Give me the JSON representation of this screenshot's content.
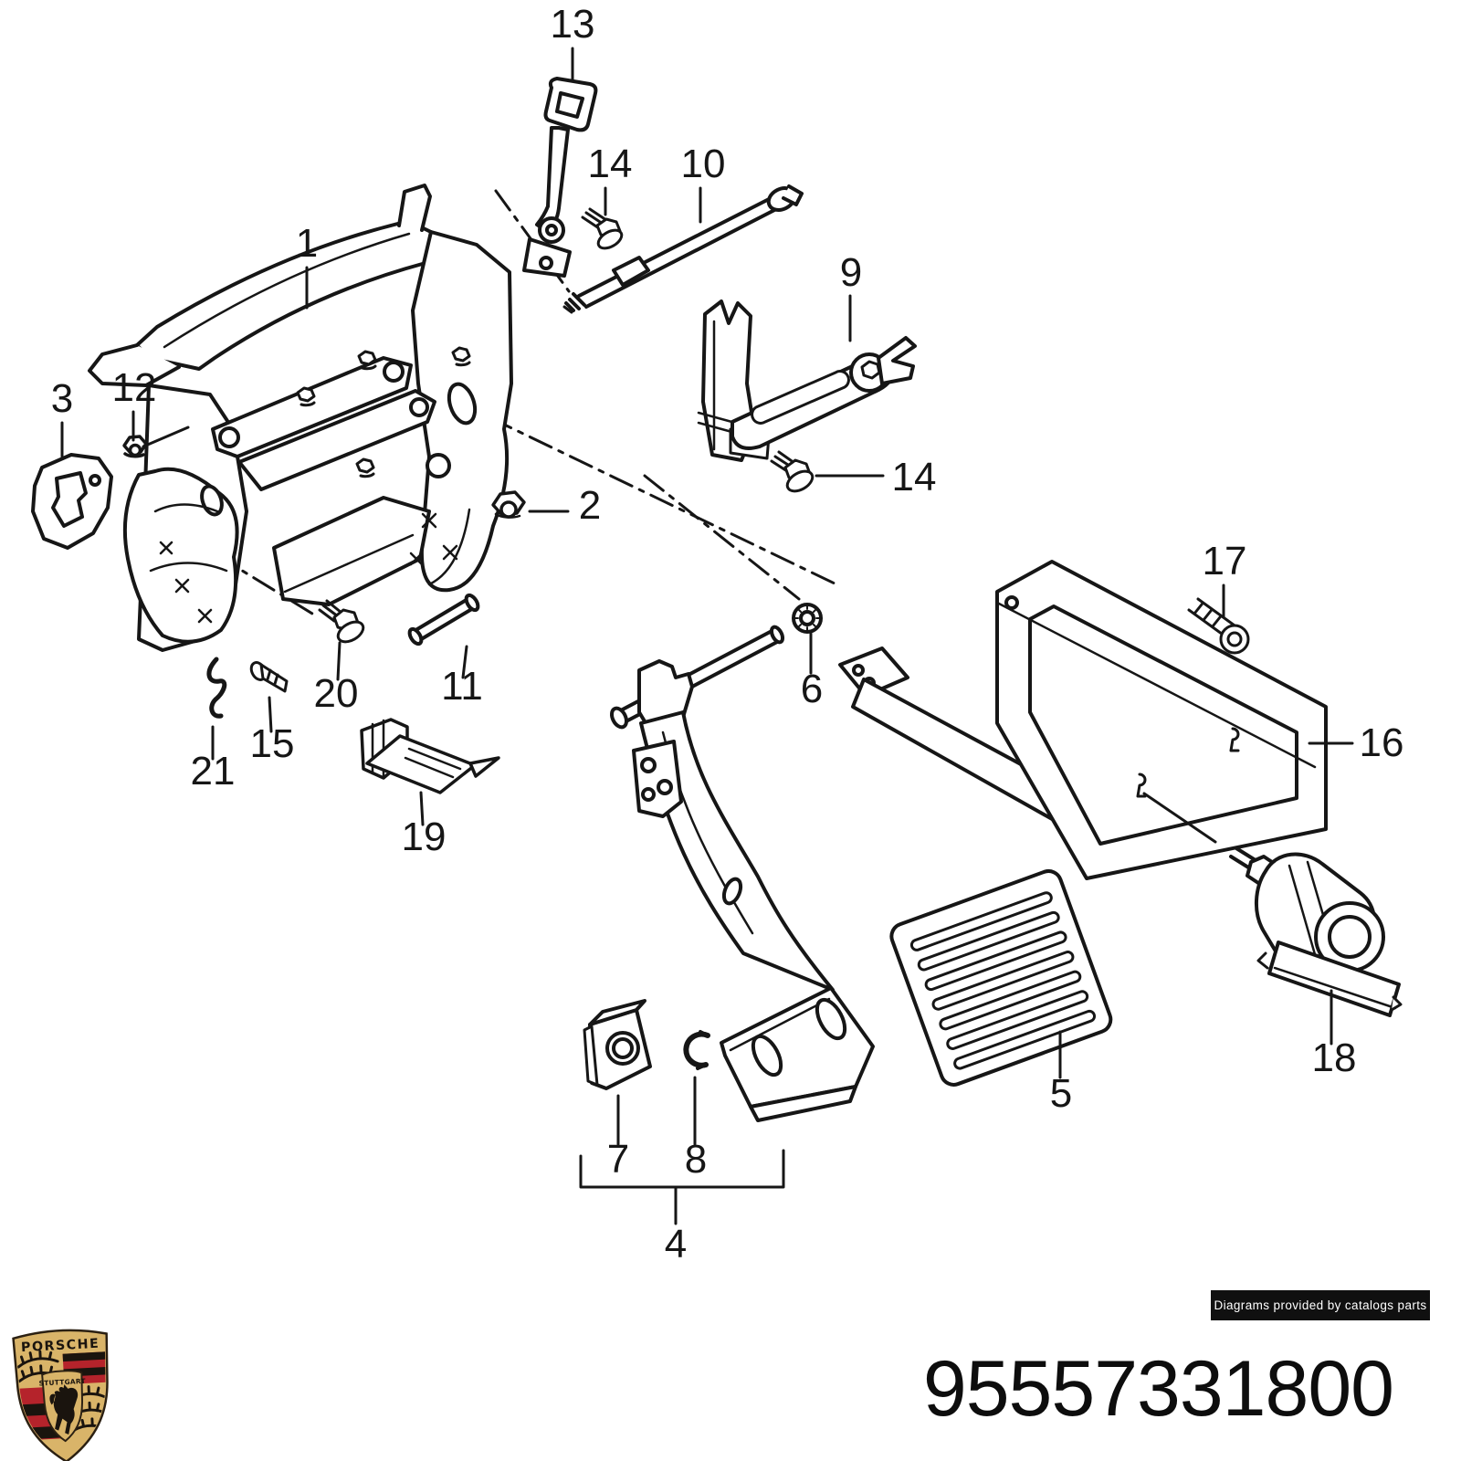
{
  "diagram": {
    "description": "Exploded parts diagram of pedal assembly (pedal bracket, clutch pedal, accelerator pedal, stop light switch)",
    "callouts": [
      {
        "label": "1"
      },
      {
        "label": "2"
      },
      {
        "label": "3"
      },
      {
        "label": "4"
      },
      {
        "label": "5"
      },
      {
        "label": "6"
      },
      {
        "label": "7"
      },
      {
        "label": "8"
      },
      {
        "label": "9"
      },
      {
        "label": "10"
      },
      {
        "label": "11"
      },
      {
        "label": "12"
      },
      {
        "label": "13"
      },
      {
        "label": "14"
      },
      {
        "label": "14"
      },
      {
        "label": "15"
      },
      {
        "label": "16"
      },
      {
        "label": "17"
      },
      {
        "label": "18"
      },
      {
        "label": "19"
      },
      {
        "label": "20"
      },
      {
        "label": "21"
      }
    ]
  },
  "watermark": {
    "text": "Diagrams provided by catalogs parts"
  },
  "part_number": "95557331800",
  "logo": {
    "brand": "PORSCHE",
    "city": "STUTTGART"
  },
  "colors": {
    "line": "#161616",
    "background": "#ffffff",
    "badge_bg": "#101010",
    "badge_text": "#ffffff",
    "crest_gold": "#d9b469",
    "crest_red": "#b5232b",
    "crest_black": "#1a140e"
  }
}
